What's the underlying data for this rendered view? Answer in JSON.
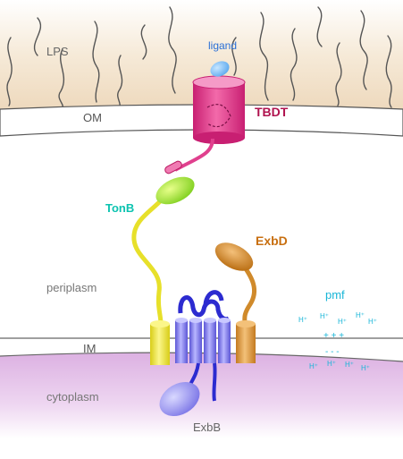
{
  "labels": {
    "lps": "LPS",
    "ligand": "ligand",
    "om": "OM",
    "tbdt": "TBDT",
    "tonb": "TonB",
    "exbd": "ExbD",
    "periplasm": "periplasm",
    "pmf": "pmf",
    "im": "IM",
    "cytoplasm": "cytoplasm",
    "exbb": "ExbB"
  },
  "ions": {
    "h": "H⁺",
    "plus": "+ + +",
    "minus": "- - -"
  },
  "colors": {
    "lps_band": "#f3e3cc",
    "cytoplasm": "#e6c6ea",
    "tbdt": "#e0408e",
    "tonb": "#e7e02a",
    "tonb_head": "#a9e23a",
    "exbd": "#d08a2b",
    "exbb": "#5b55d8",
    "label_tbdt": "#b0134f",
    "label_tonb": "#0cc3b0",
    "label_exbd": "#c86f10",
    "label_pmf": "#18b6d8",
    "label_ligand": "#2a6fd6",
    "label_neutral": "#6a6a6a"
  }
}
